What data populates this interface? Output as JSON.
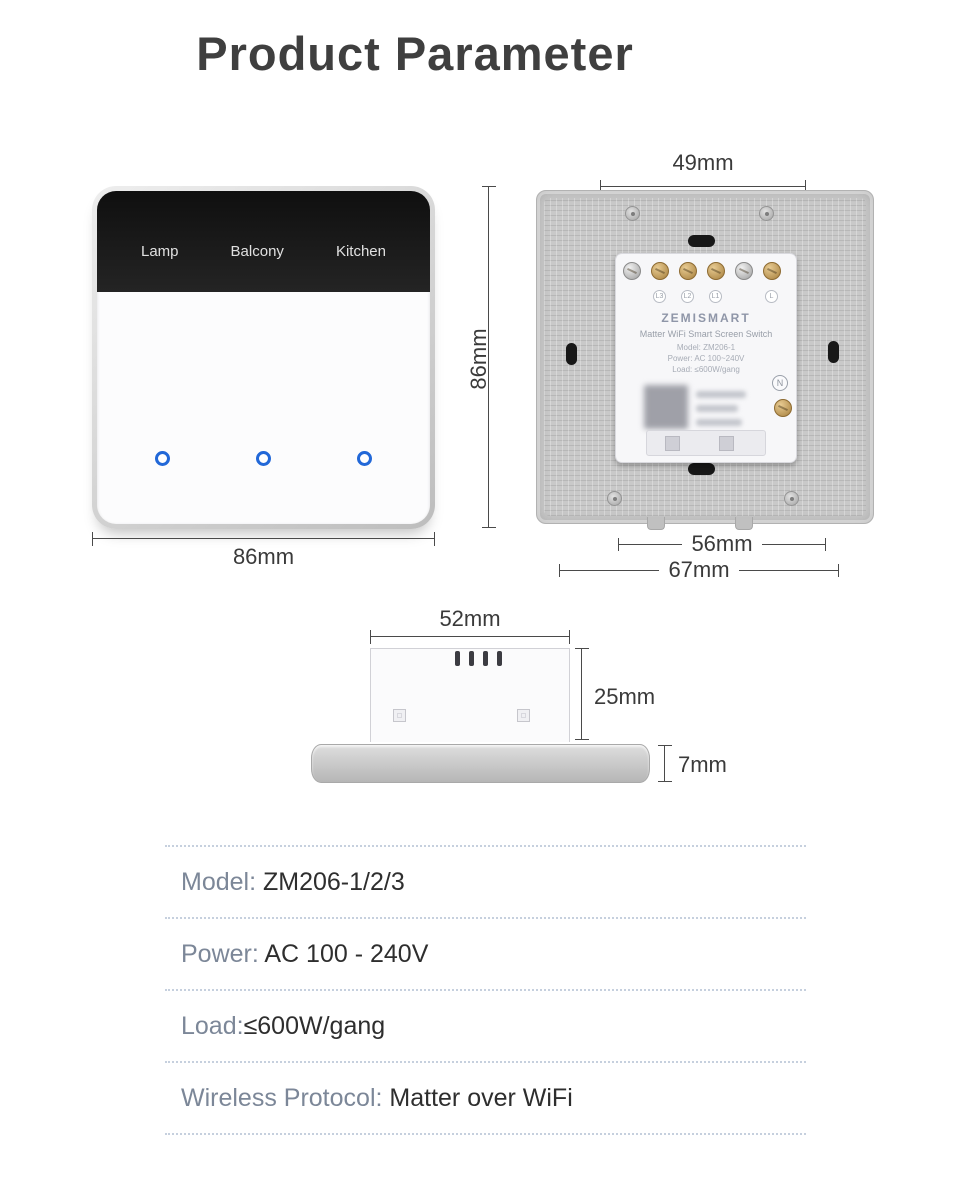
{
  "page": {
    "title": "Product Parameter"
  },
  "front_view": {
    "gang_labels": [
      "Lamp",
      "Balcony",
      "Kitchen"
    ],
    "width_dim": "86mm",
    "height_dim": "86mm"
  },
  "back_view": {
    "top_dim": "49mm",
    "module_dim": "56mm",
    "plate_dim": "67mm",
    "brand": "ZEMISMART",
    "title_line": "Matter WiFi Smart Screen Switch",
    "model_line": "Model: ZM206-1",
    "power_line": "Power: AC 100~240V",
    "load_line": "Load: ≤600W/gang",
    "terminals": [
      "L3",
      "L2",
      "L1",
      "L"
    ],
    "neutral_label": "N"
  },
  "side_view": {
    "width_dim": "52mm",
    "depth_dim": "25mm",
    "plate_thickness_dim": "7mm"
  },
  "specs": [
    {
      "label": "Model:",
      "value": " ZM206-1/2/3"
    },
    {
      "label": "Power:",
      "value": " AC 100 - 240V"
    },
    {
      "label": "Load:",
      "value": "≤600W/gang"
    },
    {
      "label": "Wireless Protocol:",
      "value": " Matter over WiFi"
    }
  ],
  "colors": {
    "accent_touch_ring": "#2268d8",
    "panel_black": "#141414",
    "plate_silver": "#c9c9c9",
    "spec_label_gray": "#7c8798",
    "dotted_divider": "#c6d0de"
  }
}
